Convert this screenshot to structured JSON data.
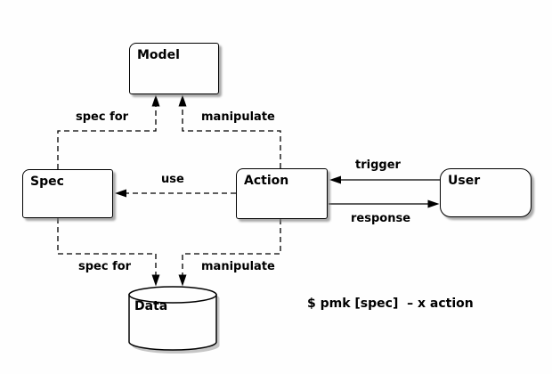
{
  "diagram": {
    "type": "component-diagram",
    "background_color": "#fefefe",
    "line_color": "#000000",
    "node_fill_color": "#fefefe",
    "shadow_color": "#7d7d7d",
    "nodes": {
      "model": {
        "label": "Model",
        "shape": "rectangle"
      },
      "spec": {
        "label": "Spec",
        "shape": "rectangle"
      },
      "action": {
        "label": "Action",
        "shape": "rectangle"
      },
      "user": {
        "label": "User",
        "shape": "rounded-rectangle"
      },
      "data": {
        "label": "Data",
        "shape": "database-cylinder"
      }
    },
    "edges": [
      {
        "from": "spec",
        "to": "model",
        "label": "spec for",
        "style": "dashed"
      },
      {
        "from": "action",
        "to": "model",
        "label": "manipulate",
        "style": "dashed"
      },
      {
        "from": "action",
        "to": "spec",
        "label": "use",
        "style": "dashed"
      },
      {
        "from": "user",
        "to": "action",
        "label": "trigger",
        "style": "solid"
      },
      {
        "from": "action",
        "to": "user",
        "label": "response",
        "style": "solid"
      },
      {
        "from": "spec",
        "to": "data",
        "label": "spec for",
        "style": "dashed"
      },
      {
        "from": "action",
        "to": "data",
        "label": "manipulate",
        "style": "dashed"
      }
    ],
    "caption": "$ pmk [spec]  – x action"
  }
}
